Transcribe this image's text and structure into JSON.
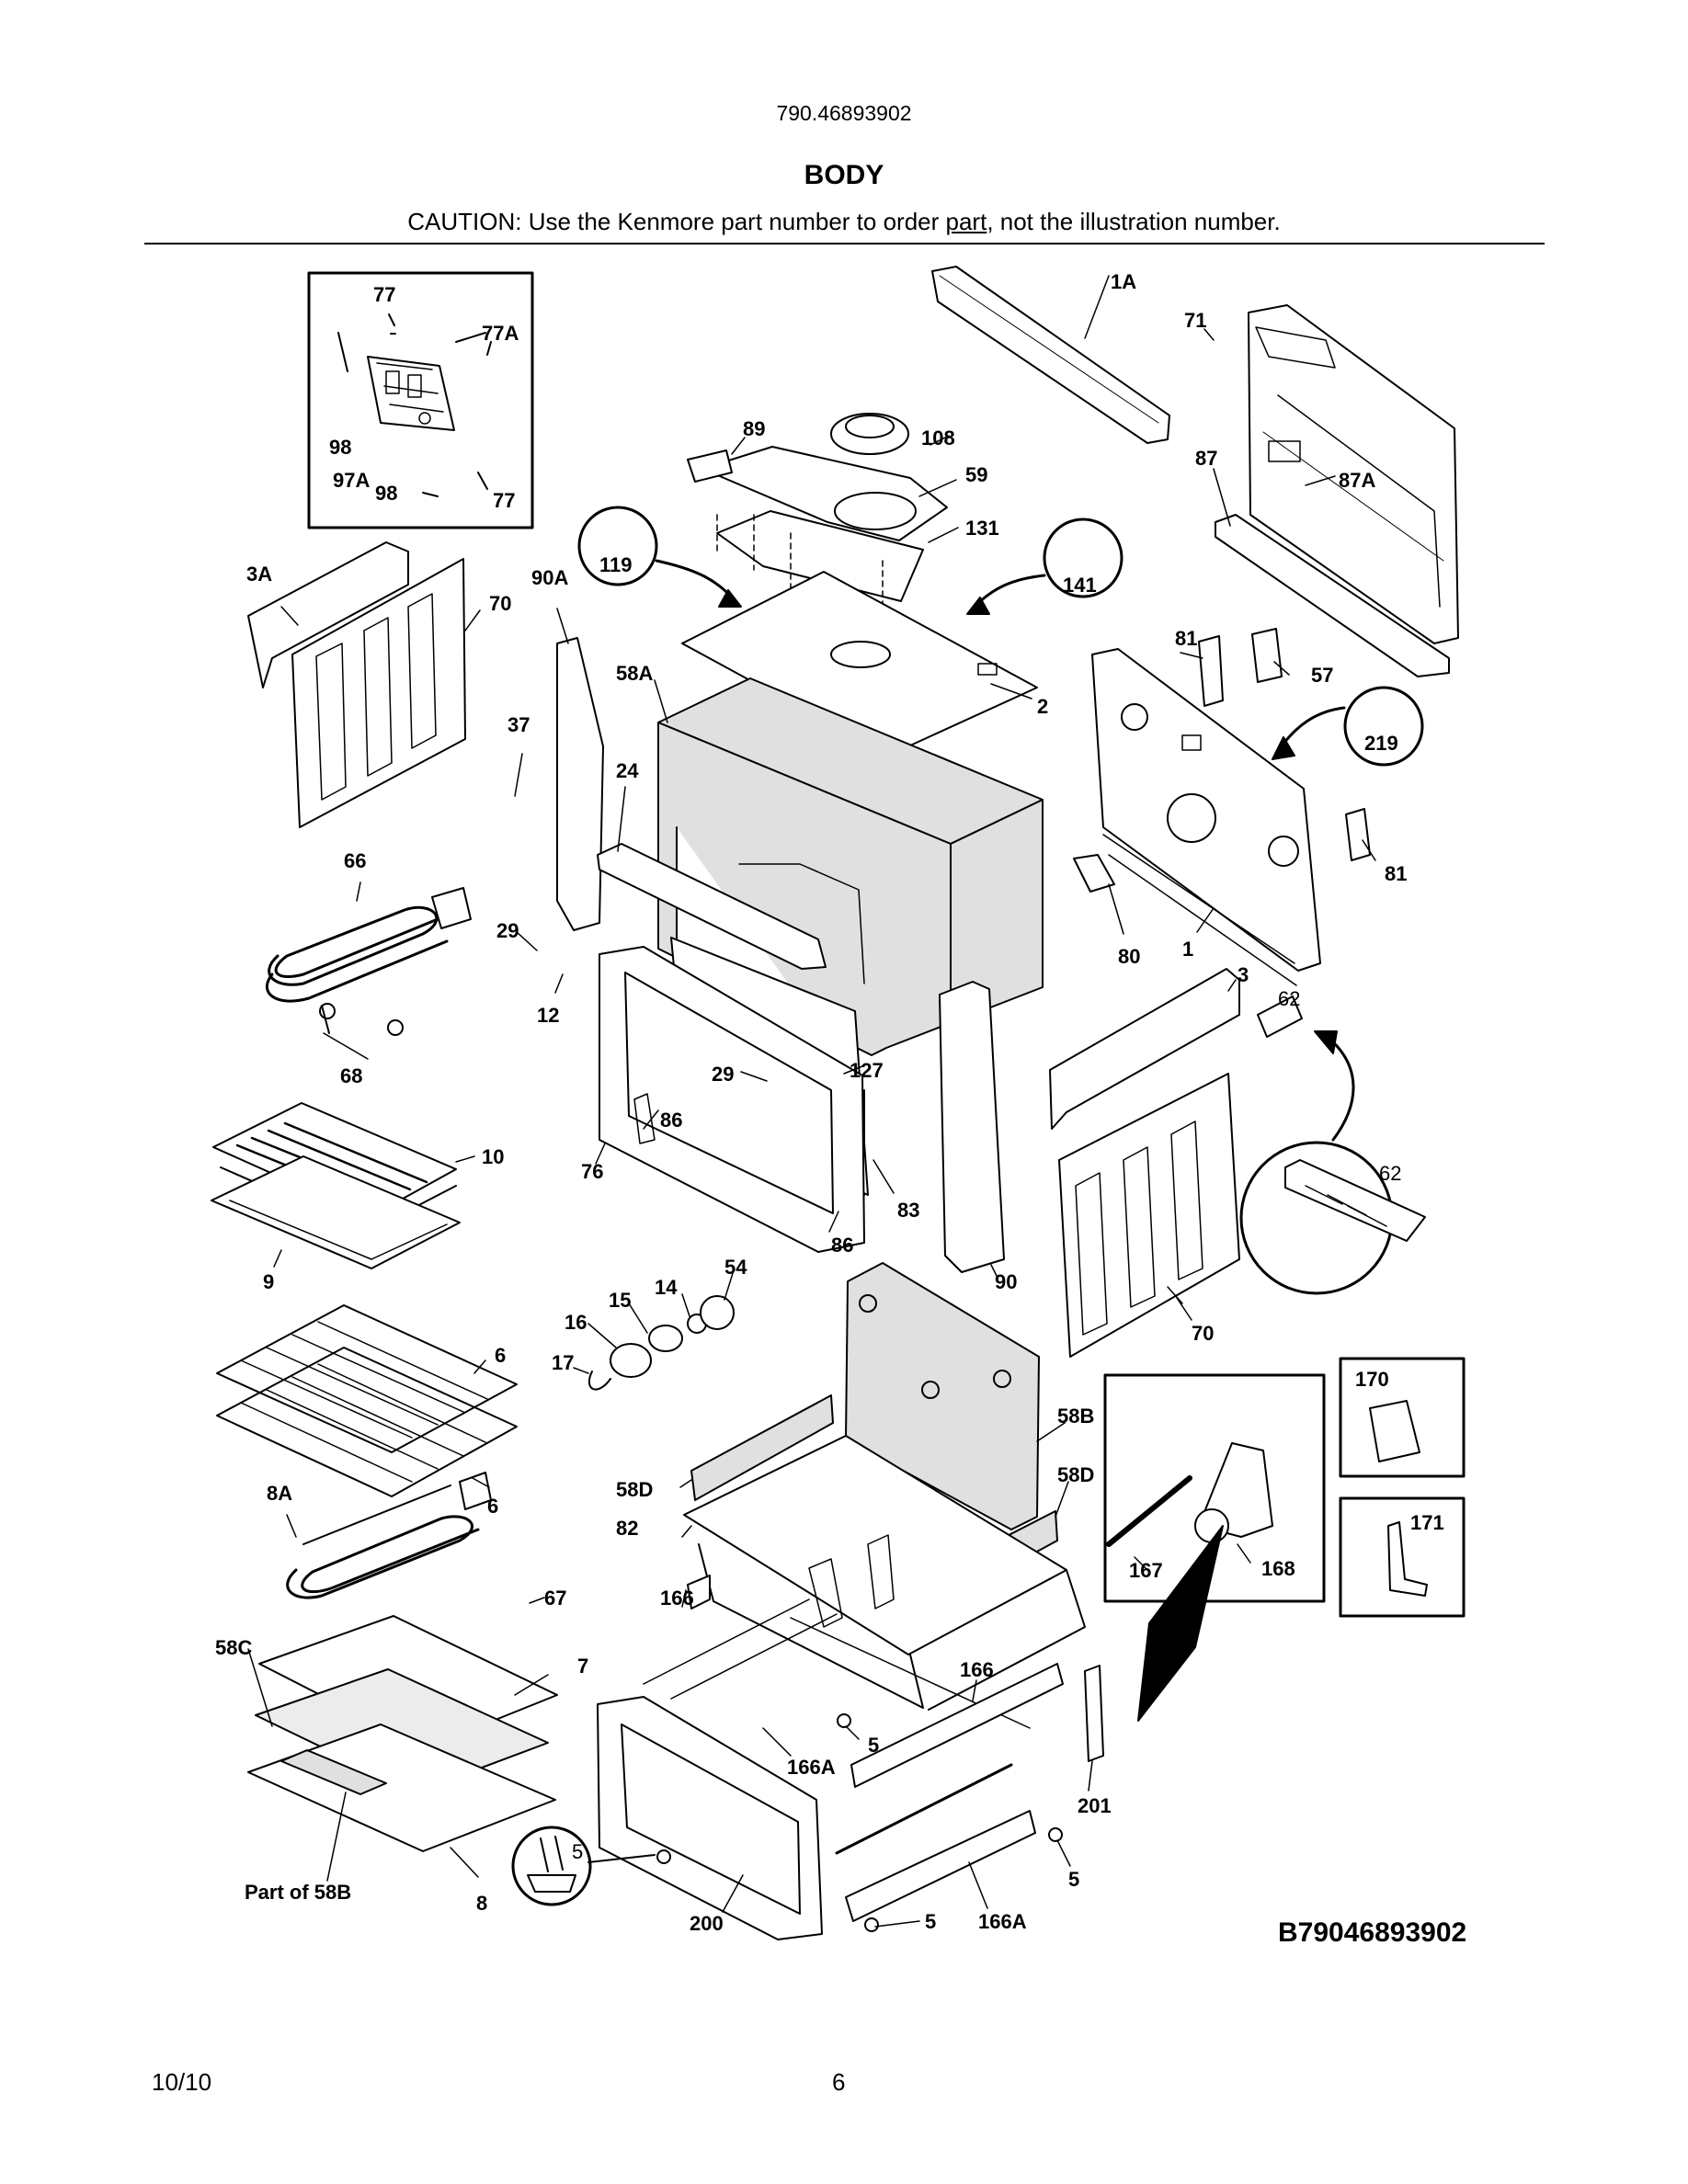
{
  "header": {
    "model": "790.46893902",
    "title": "BODY",
    "caution_pre": "CAUTION: Use the Kenmore part number to order ",
    "caution_link": "part",
    "caution_post": ", not the illustration number."
  },
  "parts": {
    "p77a": "77",
    "p77b": "77A",
    "p98a": "98",
    "p97a": "97A",
    "p98b": "98",
    "p77c": "77",
    "p1a": "1A",
    "p71": "71",
    "p87": "87",
    "p87a": "87A",
    "p89": "89",
    "p108": "108",
    "p59": "59",
    "p131": "131",
    "p3a": "3A",
    "p70a": "70",
    "p90a": "90A",
    "p119": "119",
    "p141": "141",
    "p58a": "58A",
    "p2": "2",
    "p81a": "81",
    "p57": "57",
    "p219": "219",
    "p37": "37",
    "p24": "24",
    "p66": "66",
    "p81b": "81",
    "p29a": "29",
    "p80": "80",
    "p1": "1",
    "p12": "12",
    "p3": "3",
    "p62a": "62",
    "p68": "68",
    "p29b": "29",
    "p127": "127",
    "p86a": "86",
    "p10": "10",
    "p76": "76",
    "p62b": "62",
    "p83": "83",
    "p9": "9",
    "p86b": "86",
    "p90": "90",
    "p70b": "70",
    "p54": "54",
    "p14": "14",
    "p15": "15",
    "p16": "16",
    "p6a": "6",
    "p17": "17",
    "p170": "170",
    "p58b": "58B",
    "p58d1": "58D",
    "p58d2": "58D",
    "p171": "171",
    "p8a": "8A",
    "p6b": "6",
    "p82": "82",
    "p167": "167",
    "p168": "168",
    "p67": "67",
    "p166a": "166",
    "p58c": "58C",
    "p7": "7",
    "p166b": "166",
    "p5a": "5",
    "p166A1": "166A",
    "p201": "201",
    "p5b": "5",
    "p5c": "5",
    "p5d": "5",
    "p166A2": "166A",
    "pPart58b": "Part of 58B",
    "p8": "8",
    "p200": "200"
  },
  "diagram_code": "B79046893902",
  "footer": {
    "date": "10/10",
    "page": "6"
  }
}
